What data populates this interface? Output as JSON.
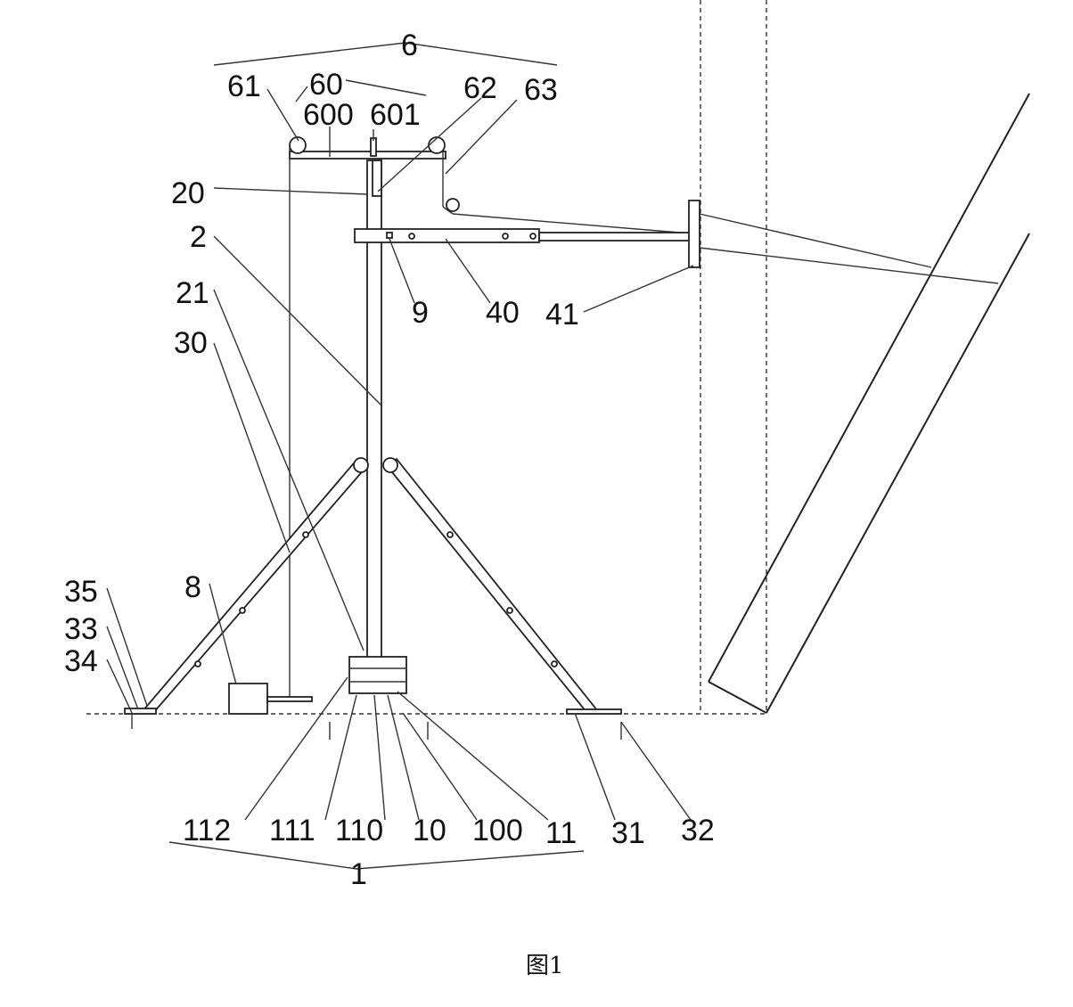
{
  "figure": {
    "caption": "图1",
    "labels": {
      "l6": "6",
      "l61": "61",
      "l60": "60",
      "l600": "600",
      "l601": "601",
      "l62": "62",
      "l63": "63",
      "l20": "20",
      "l2": "2",
      "l21": "21",
      "l30": "30",
      "l9": "9",
      "l40": "40",
      "l41": "41",
      "l35": "35",
      "l33": "33",
      "l34": "34",
      "l8": "8",
      "l112": "112",
      "l111": "111",
      "l110": "110",
      "l10": "10",
      "l100": "100",
      "l11": "11",
      "l31": "31",
      "l32": "32",
      "l1": "1"
    }
  }
}
